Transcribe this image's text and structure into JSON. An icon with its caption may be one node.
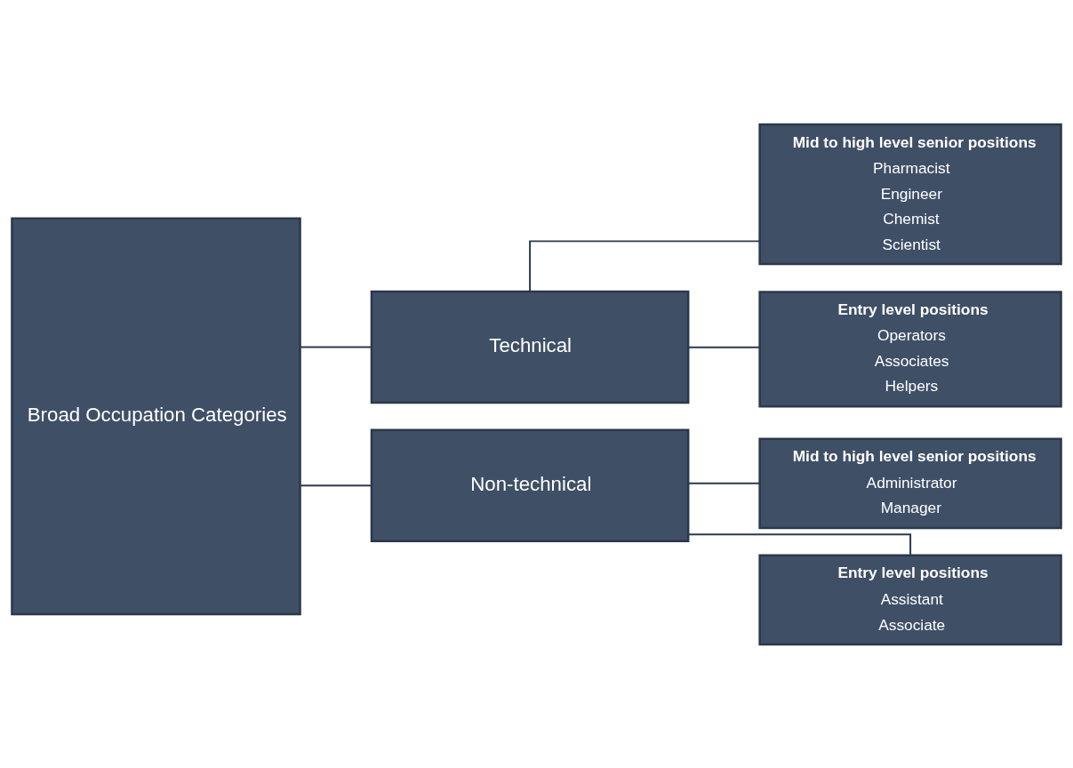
{
  "diagram": {
    "nodes": [
      {
        "text": [
          "Broad Occupation Categories"
        ]
      },
      {
        "text": [
          "Technical"
        ]
      },
      {
        "text": [
          "Non-technical"
        ]
      },
      {
        "text": [
          "Mid to high level senior positions",
          "Pharmacist",
          "Engineer",
          "Chemist",
          "Scientist"
        ]
      },
      {
        "text": [
          "Entry level positions",
          "Operators",
          "Associates",
          "Helpers"
        ]
      },
      {
        "text": [
          "Mid to high level senior positions",
          "Administrator",
          "Manager"
        ]
      },
      {
        "text": [
          "Entry level positions",
          "Assistant",
          "Associate"
        ]
      }
    ],
    "edges": [
      {
        "from": 0,
        "to": 1,
        "arrow": "none"
      },
      {
        "from": 0,
        "to": 2,
        "arrow": "none"
      },
      {
        "from": 1,
        "to": 3,
        "arrow": "none"
      },
      {
        "from": 1,
        "to": 4,
        "arrow": "none"
      },
      {
        "from": 2,
        "to": 5,
        "arrow": "none"
      },
      {
        "from": 2,
        "to": 6,
        "arrow": "none"
      }
    ]
  }
}
